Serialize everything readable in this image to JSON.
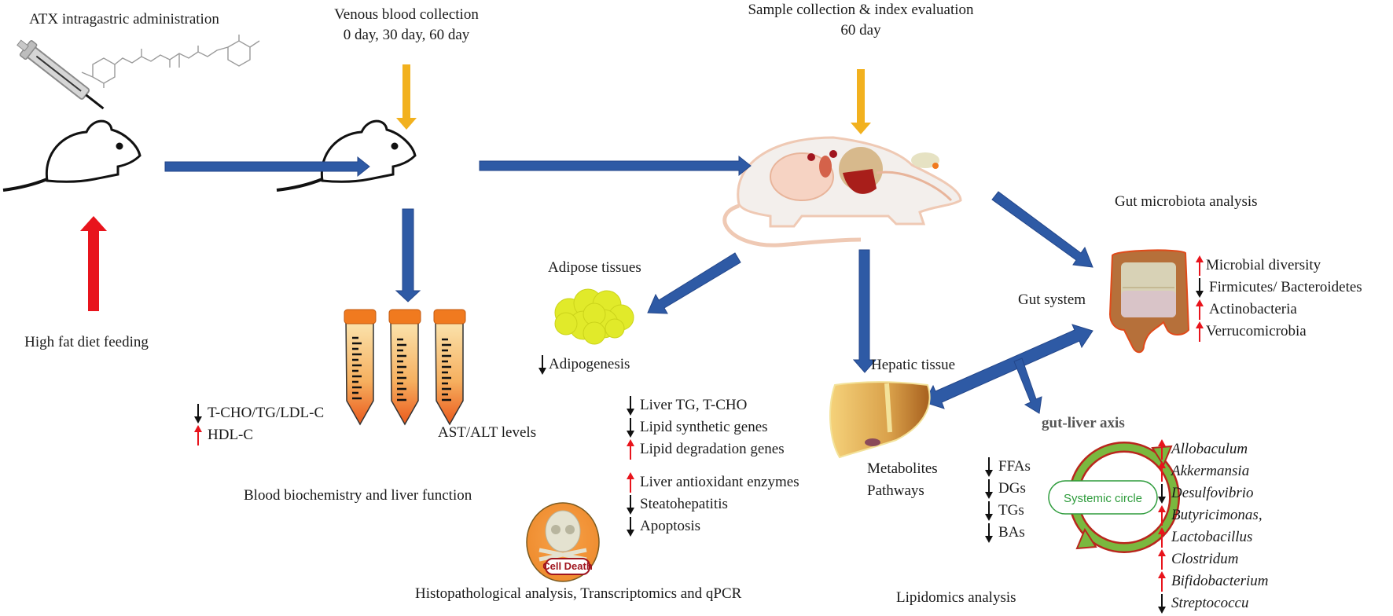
{
  "colors": {
    "flow_arrow": "#2e5aa5",
    "timing_arrow": "#f2b11e",
    "hfd_arrow": "#e8141c",
    "up_arrow": "#e8141c",
    "down_arrow": "#111111",
    "tube_cap": "#f07a1f",
    "adipose": "#e1ea2a",
    "systemic_text": "#2e9c3c"
  },
  "steps": {
    "atx": "ATX  intragastric administration",
    "venous_title": "Venous blood collection",
    "venous_days": "0 day, 30 day, 60 day",
    "sample_title": "Sample collection & index evaluation",
    "sample_day": "60 day",
    "hfd": "High fat diet feeding"
  },
  "blood": {
    "items": [
      {
        "dir": "down",
        "label": "T-CHO/TG/LDL-C"
      },
      {
        "dir": "up",
        "label": "HDL-C"
      }
    ],
    "ast_alt": "AST/ALT levels",
    "caption": "Blood biochemistry and liver function"
  },
  "adipose": {
    "title": "Adipose tissues",
    "items": [
      {
        "dir": "down",
        "label": "Adipogenesis"
      }
    ]
  },
  "histo": {
    "items": [
      {
        "dir": "down",
        "label": "Liver TG, T-CHO"
      },
      {
        "dir": "down",
        "label": "Lipid synthetic genes"
      },
      {
        "dir": "up",
        "label": "Lipid degradation genes"
      }
    ],
    "items2": [
      {
        "dir": "up",
        "label": "Liver antioxidant  enzymes"
      },
      {
        "dir": "down",
        "label": "Steatohepatitis"
      },
      {
        "dir": "down",
        "label": "Apoptosis"
      }
    ],
    "cell_death": "Cell Death",
    "caption": "Histopathological analysis, Transcriptomics and qPCR"
  },
  "hepatic": {
    "title": "Hepatic tissue",
    "metabolites": "Metabolites",
    "pathways": "Pathways"
  },
  "lipidomics": {
    "items": [
      {
        "dir": "down",
        "label": "FFAs"
      },
      {
        "dir": "down",
        "label": "DGs"
      },
      {
        "dir": "down",
        "label": "TGs"
      },
      {
        "dir": "down",
        "label": "BAs"
      }
    ],
    "caption": "Lipidomics analysis"
  },
  "gut": {
    "title": "Gut microbiota analysis",
    "system": "Gut system",
    "items": [
      {
        "dir": "up",
        "label": "Microbial diversity"
      },
      {
        "dir": "down",
        "label": "Firmicutes/ Bacteroidetes"
      },
      {
        "dir": "up",
        "label": "Actinobacteria"
      },
      {
        "dir": "up",
        "label": "Verrucomicrobia"
      }
    ]
  },
  "axis": {
    "title": "gut-liver axis",
    "systemic": "Systemic circle",
    "genera": [
      {
        "dir": "up",
        "label": "Allobaculum"
      },
      {
        "dir": "up",
        "label": "Akkermansia"
      },
      {
        "dir": "down",
        "label": "Desulfovibrio"
      },
      {
        "dir": "up",
        "label": "Butyricimonas,"
      },
      {
        "dir": "up",
        "label": "Lactobacillus"
      },
      {
        "dir": "up",
        "label": "Clostridum"
      },
      {
        "dir": "up",
        "label": "Bifidobacterium"
      },
      {
        "dir": "down",
        "label": "Streptococcu"
      }
    ]
  }
}
